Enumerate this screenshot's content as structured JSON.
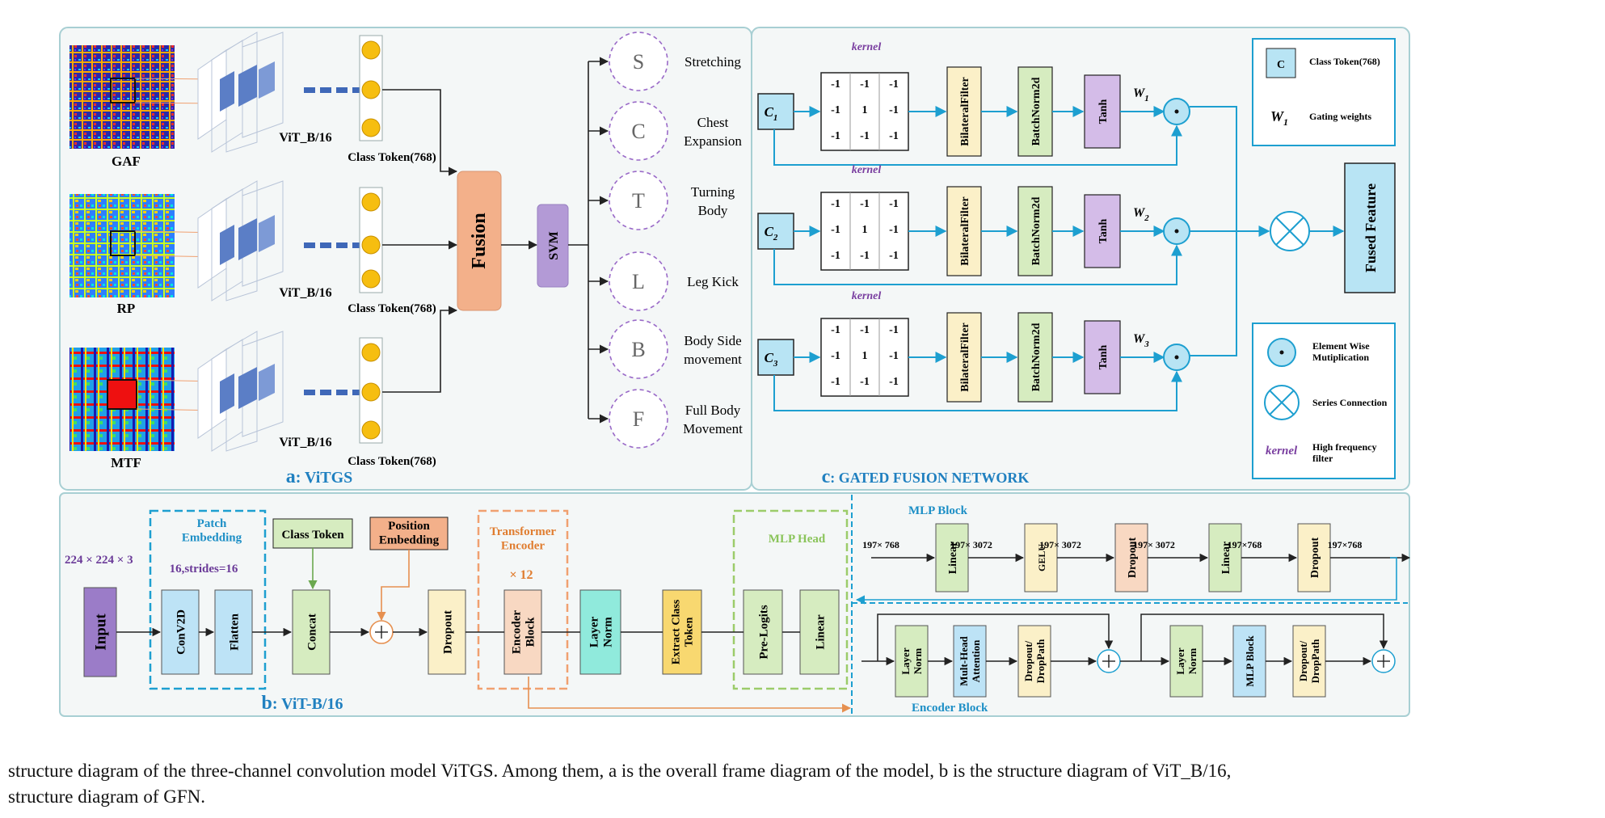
{
  "panel_a": {
    "caption_letter": "a",
    "caption_text": ": ViTGS",
    "inputs": [
      {
        "label": "GAF",
        "vit": "ViT_B/16",
        "token": "Class Token(768)"
      },
      {
        "label": "RP",
        "vit": "ViT_B/16",
        "token": "Class Token(768)"
      },
      {
        "label": "MTF",
        "vit": "ViT_B/16",
        "token": "Class Token(768)"
      }
    ],
    "fusion": "Fusion",
    "svm": "SVM",
    "classes": [
      {
        "letter": "S",
        "name": "Stretching"
      },
      {
        "letter": "C",
        "name": "Chest\nExpansion"
      },
      {
        "letter": "T",
        "name": "Turning\nBody"
      },
      {
        "letter": "L",
        "name": "Leg Kick"
      },
      {
        "letter": "B",
        "name": "Body Side\nmovement"
      },
      {
        "letter": "F",
        "name": "Full Body\nMovement"
      }
    ]
  },
  "panel_c": {
    "caption_letter": "c",
    "caption_text": ": GATED FUSION NETWORK",
    "kernel_label": "kernel",
    "kernel_matrix": [
      [
        "-1",
        "-1",
        "-1"
      ],
      [
        "-1",
        "1",
        "-1"
      ],
      [
        "-1",
        "-1",
        "-1"
      ]
    ],
    "channels": [
      {
        "c": "C",
        "sub": "1",
        "w": "W",
        "wsub": "1"
      },
      {
        "c": "C",
        "sub": "2",
        "w": "W",
        "wsub": "2"
      },
      {
        "c": "C",
        "sub": "3",
        "w": "W",
        "wsub": "3"
      }
    ],
    "blocks": [
      "BilateralFilter",
      "BatchNorm2d",
      "Tanh"
    ],
    "dot": "·",
    "fused": "Fused Feature",
    "legend_top": {
      "c_symbol": "C",
      "c_text": "Class Token(768)",
      "w_symbol": "W",
      "w_sub": "1",
      "w_text": "Gating weights"
    },
    "legend_bottom": {
      "ewm": "Element Wise\nMutiplication",
      "series": "Series Connection",
      "kernel": "kernel",
      "kernel_text": "High frequency\nfilter"
    }
  },
  "panel_b": {
    "caption_letter": "b",
    "caption_text": ": ViT-B/16",
    "input_size": "224 × 224 × 3",
    "patch_title": "Patch\nEmbedding",
    "patch_sub": "16,strides=16",
    "class_token": "Class Token",
    "position_embedding": "Position\nEmbedding",
    "transformer_title": "Transformer\nEncoder",
    "transformer_repeat": "× 12",
    "mlp_head": "MLP Head",
    "blocks": [
      "Input",
      "ConV2D",
      "Flatten",
      "Concat",
      "Dropout",
      "Encoder\nBlock",
      "Layer\nNorm",
      "Extract Class\nToken",
      "Pre-Logits",
      "Linear"
    ],
    "mlp_block_title": "MLP Block",
    "mlp_blocks": [
      "Linear",
      "GELU",
      "Dropout",
      "Linear",
      "Dropout"
    ],
    "mlp_dims": [
      "197× 768",
      "197× 3072",
      "197× 3072",
      "197× 3072",
      "197×768",
      "197×768"
    ],
    "encoder_block_title": "Encoder Block",
    "enc_blocks": [
      "Layer\nNorm",
      "Mult-Head\nAttention",
      "Dropout/\nDropPath",
      "Layer\nNorm",
      "MLP Block",
      "Dropout/\nDropPath"
    ]
  },
  "caption": "structure diagram of the three-channel convolution model ViTGS. Among them, a is the overall frame diagram of the model, b is the structure diagram of ViT_B/16,\nstructure diagram of GFN.",
  "colors": {
    "panel_bg": "#f4f7f7",
    "panel_border": "#9cc8cc",
    "cyan": "#20a0d0",
    "fusion": "#f3b08a",
    "svm": "#b39ad6",
    "bilateral": "#fbf0c8",
    "batchnorm": "#d6ecc0",
    "tanh": "#d4bce8",
    "cblock": "#b8e4f4",
    "purple_text": "#7a3fa0"
  }
}
